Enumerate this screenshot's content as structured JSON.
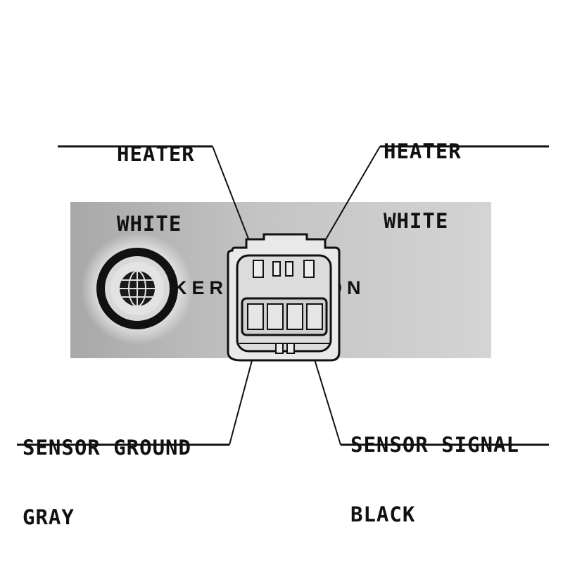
{
  "labels": {
    "top_left": {
      "line1": "HEATER",
      "line2": "WHITE"
    },
    "top_right": {
      "line1": "HEATER",
      "line2": "WHITE"
    },
    "bottom_left": {
      "line1": "SENSOR GROUND",
      "line2": "GRAY"
    },
    "bottom_right": {
      "line1": "SENSOR SIGNAL",
      "line2": "BLACK"
    }
  },
  "watermark": {
    "brand": "KERR NELSON"
  },
  "colors": {
    "ink": "#111111",
    "banner_light": "#cfcfcf",
    "banner_dark": "#a9a9a9"
  },
  "icons": {
    "logo": "globe-icon"
  }
}
